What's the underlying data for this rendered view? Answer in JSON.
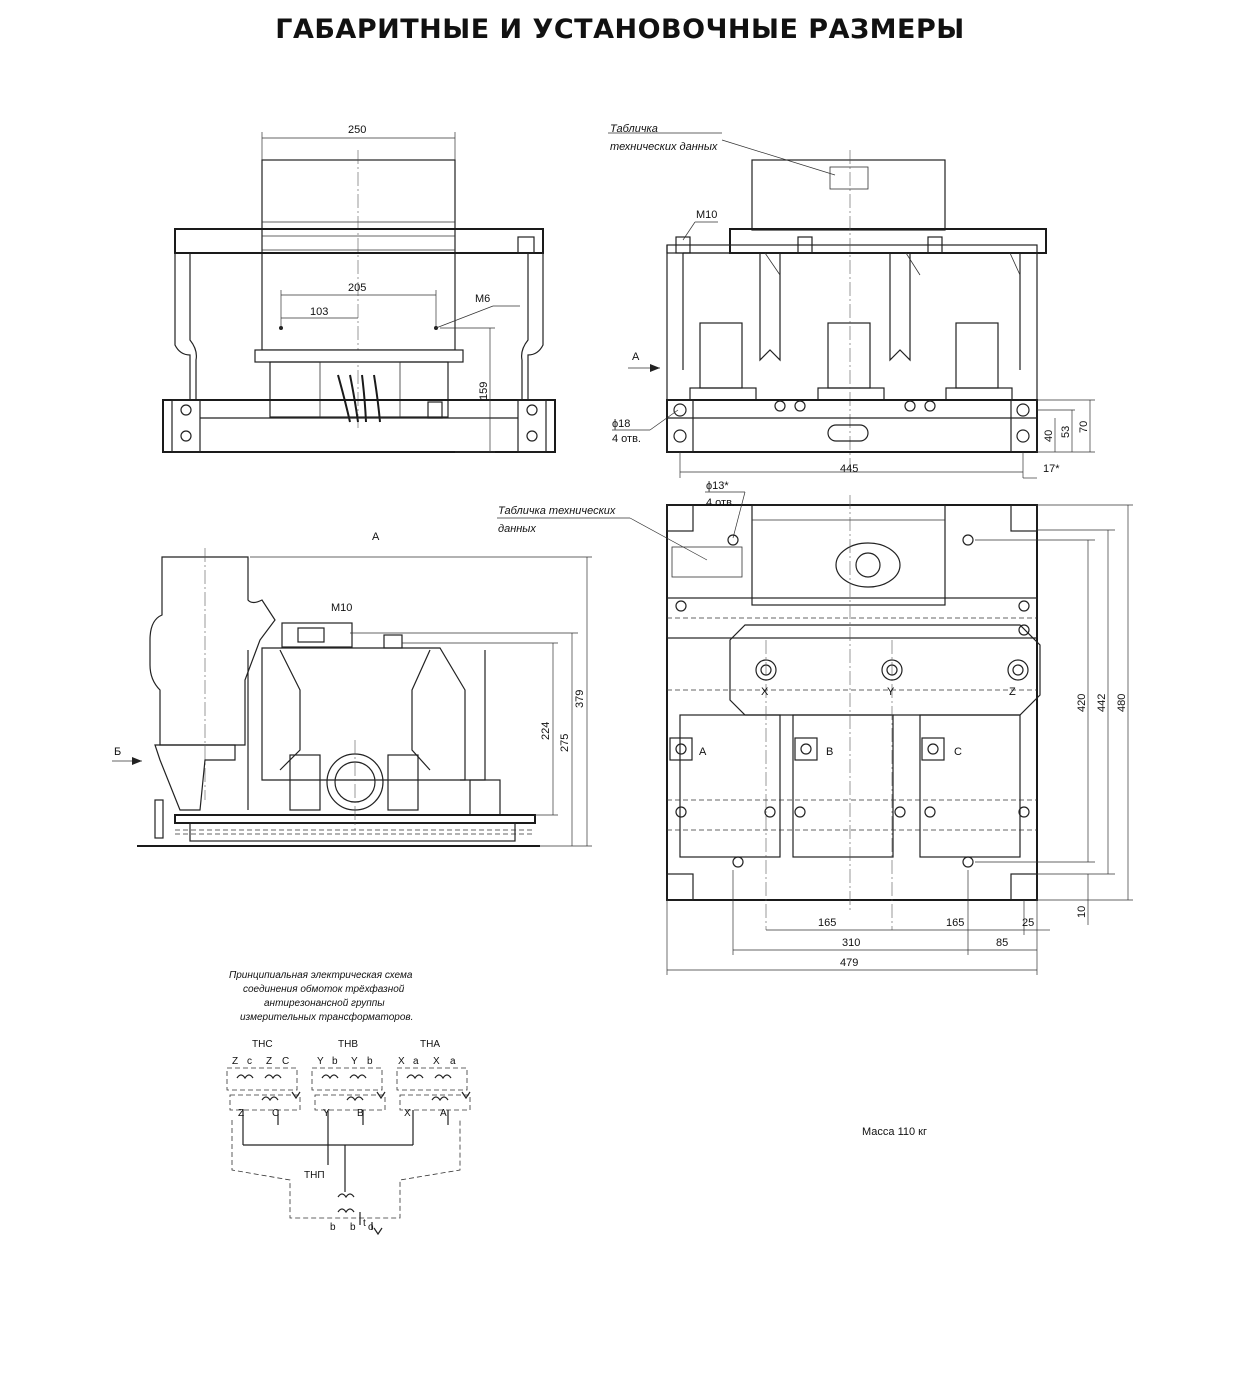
{
  "title": "ГАБАРИТНЫЕ И УСТАНОВОЧНЫЕ РАЗМЕРЫ",
  "front_view": {
    "dim_width": "250",
    "dim_holes": "205",
    "dim_half": "103",
    "dim_height": "159",
    "thread": "M6"
  },
  "side_view": {
    "nameplate_line1": "Табличка",
    "nameplate_line2": "технических данных",
    "thread": "M10",
    "view_arrow": "А",
    "hole_dia": "ϕ18",
    "hole_count": "4 отв.",
    "dim_length": "445",
    "dim_40": "40",
    "dim_53": "53",
    "dim_70": "70",
    "dim_17": "17*"
  },
  "view_a": {
    "label": "А",
    "thread": "M10",
    "arrow_b": "Б",
    "dim_224": "224",
    "dim_275": "275",
    "dim_379": "379"
  },
  "plan_view": {
    "nameplate_line1": "Табличка технических",
    "nameplate_line2": "данных",
    "hole_dia": "ϕ13*",
    "hole_count": "4 отв.",
    "terminal_x": "X",
    "terminal_y": "Y",
    "terminal_z": "Z",
    "terminal_a": "A",
    "terminal_b": "B",
    "terminal_c": "C",
    "dim_420": "420",
    "dim_442": "442",
    "dim_480": "480",
    "dim_10": "10",
    "dim_165a": "165",
    "dim_165b": "165",
    "dim_25": "25",
    "dim_310": "310",
    "dim_85": "85",
    "dim_479": "479"
  },
  "schematic": {
    "caption_1": "Принципиальная электрическая схема",
    "caption_2": "соединения обмоток трёхфазной",
    "caption_3": "антирезонансной группы",
    "caption_4": "измерительных трансформаторов.",
    "tnc": "ТНС",
    "tnb": "ТНВ",
    "tna": "ТНА",
    "tnp": "ТНП",
    "c_top": [
      "Z",
      "c",
      "Z",
      "C"
    ],
    "b_top": [
      "Y",
      "b",
      "Y",
      "b"
    ],
    "a_top": [
      "X",
      "a",
      "X",
      "a"
    ],
    "c_bot": [
      "Z",
      "C"
    ],
    "b_bot": [
      "Y",
      "B"
    ],
    "a_bot": [
      "X",
      "A"
    ],
    "p_bot": [
      "b",
      "b",
      "t",
      "o"
    ]
  },
  "mass": "Масса 110 кг"
}
